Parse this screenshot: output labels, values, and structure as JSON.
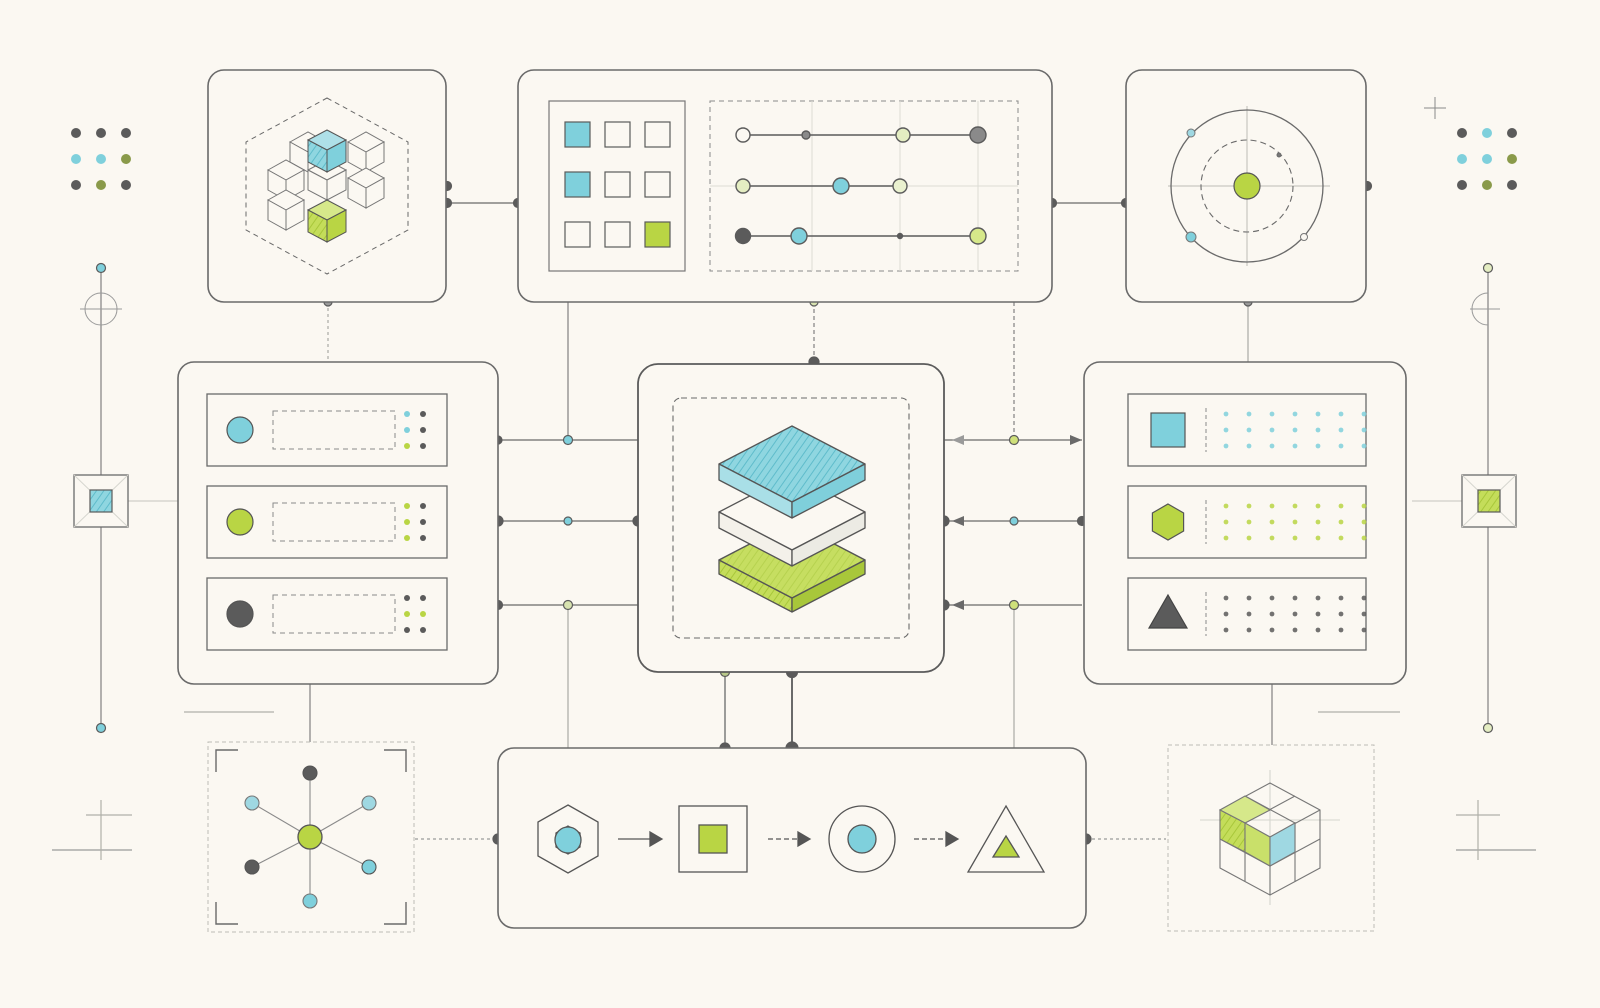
{
  "diagram": {
    "kind": "system-architecture-illustration",
    "has_text": false,
    "colors": {
      "background": "#fbf8f2",
      "stroke": "#5b5b5b",
      "stroke_light": "#a9a9a3",
      "cyan": "#7fd0dc",
      "lime": "#b9d544",
      "dark": "#5b5b5b",
      "pale_lime": "#e4edc2"
    },
    "modules": [
      {
        "id": "cube-cluster",
        "icon": "cube-cluster-icon"
      },
      {
        "id": "grid-and-sliders",
        "icon": "toggle-grid-icon"
      },
      {
        "id": "orbit",
        "icon": "orbit-target-icon"
      },
      {
        "id": "list-left",
        "icon": "list-rows-icon"
      },
      {
        "id": "layer-stack-core",
        "icon": "layer-stack-icon"
      },
      {
        "id": "list-right",
        "icon": "list-rows-icon"
      },
      {
        "id": "star-network",
        "icon": "star-network-icon"
      },
      {
        "id": "shape-pipeline",
        "icon": "pipeline-icon"
      },
      {
        "id": "cube-grid",
        "icon": "cube-grid-icon"
      }
    ],
    "left_list_markers": [
      "cyan",
      "lime",
      "dark"
    ],
    "right_list_markers": [
      "cyan-square",
      "lime-hexagon",
      "dark-triangle"
    ],
    "pipeline_steps": [
      "hexagon",
      "square",
      "circle",
      "triangle"
    ],
    "grid_cells": [
      "cyan",
      "empty",
      "empty",
      "cyan",
      "empty",
      "empty",
      "empty",
      "empty",
      "lime"
    ]
  }
}
